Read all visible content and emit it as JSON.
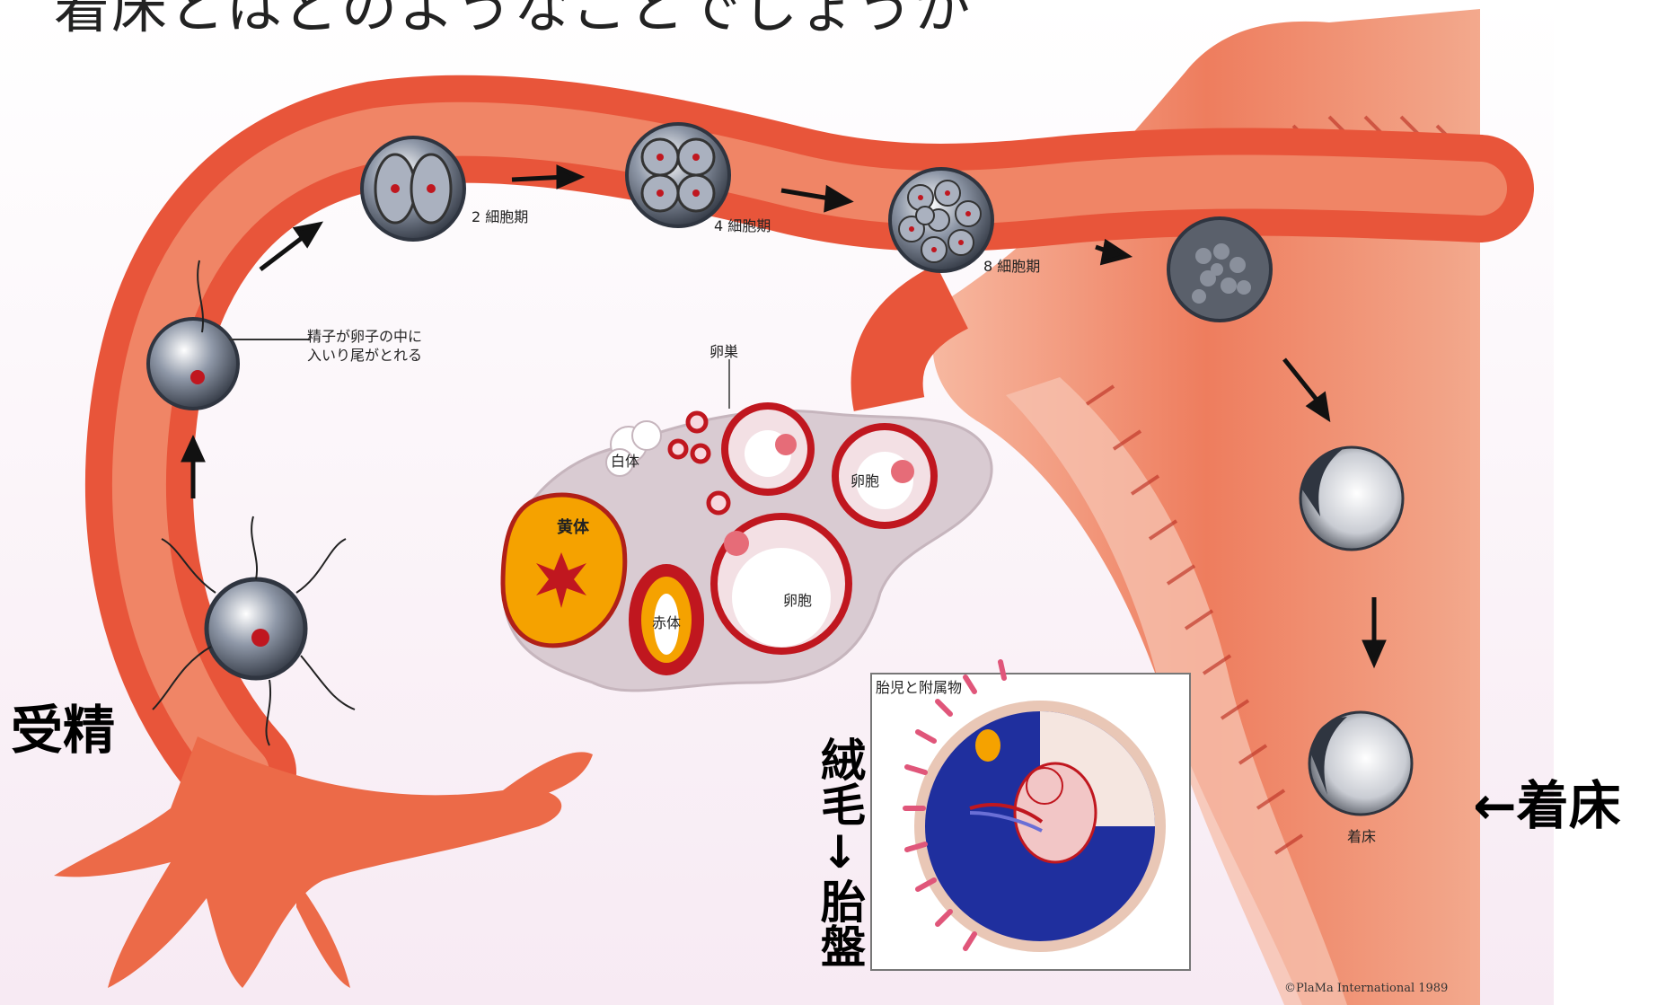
{
  "title": "着床とはどのようなことでしょうか",
  "labels": {
    "fertilization": "受精",
    "implantation_arrow": "←着床",
    "villi_placenta": "絨毛↓胎盤",
    "two_cell": "2 細胞期",
    "four_cell": "4 細胞期",
    "eight_cell": "8 細胞期",
    "sperm_note": "精子が卵子の中に\n入いり尾がとれる",
    "ovary": "卵巣",
    "white_body": "白体",
    "yellow_body": "黄体",
    "follicle_a": "卵胞",
    "follicle_b": "卵胞",
    "red_body": "赤体",
    "implantation_small": "着床",
    "inset_title": "胎児と附属物",
    "copyright": "©PlaMa International 1989"
  },
  "colors": {
    "tube": "#e8553a",
    "tube_light": "#f6a07e",
    "uterus": "#f08a6a",
    "ovary": "#d8c9cf",
    "embryo_blue": "#1f2f9e",
    "corpus_luteum": "#f5a200"
  }
}
